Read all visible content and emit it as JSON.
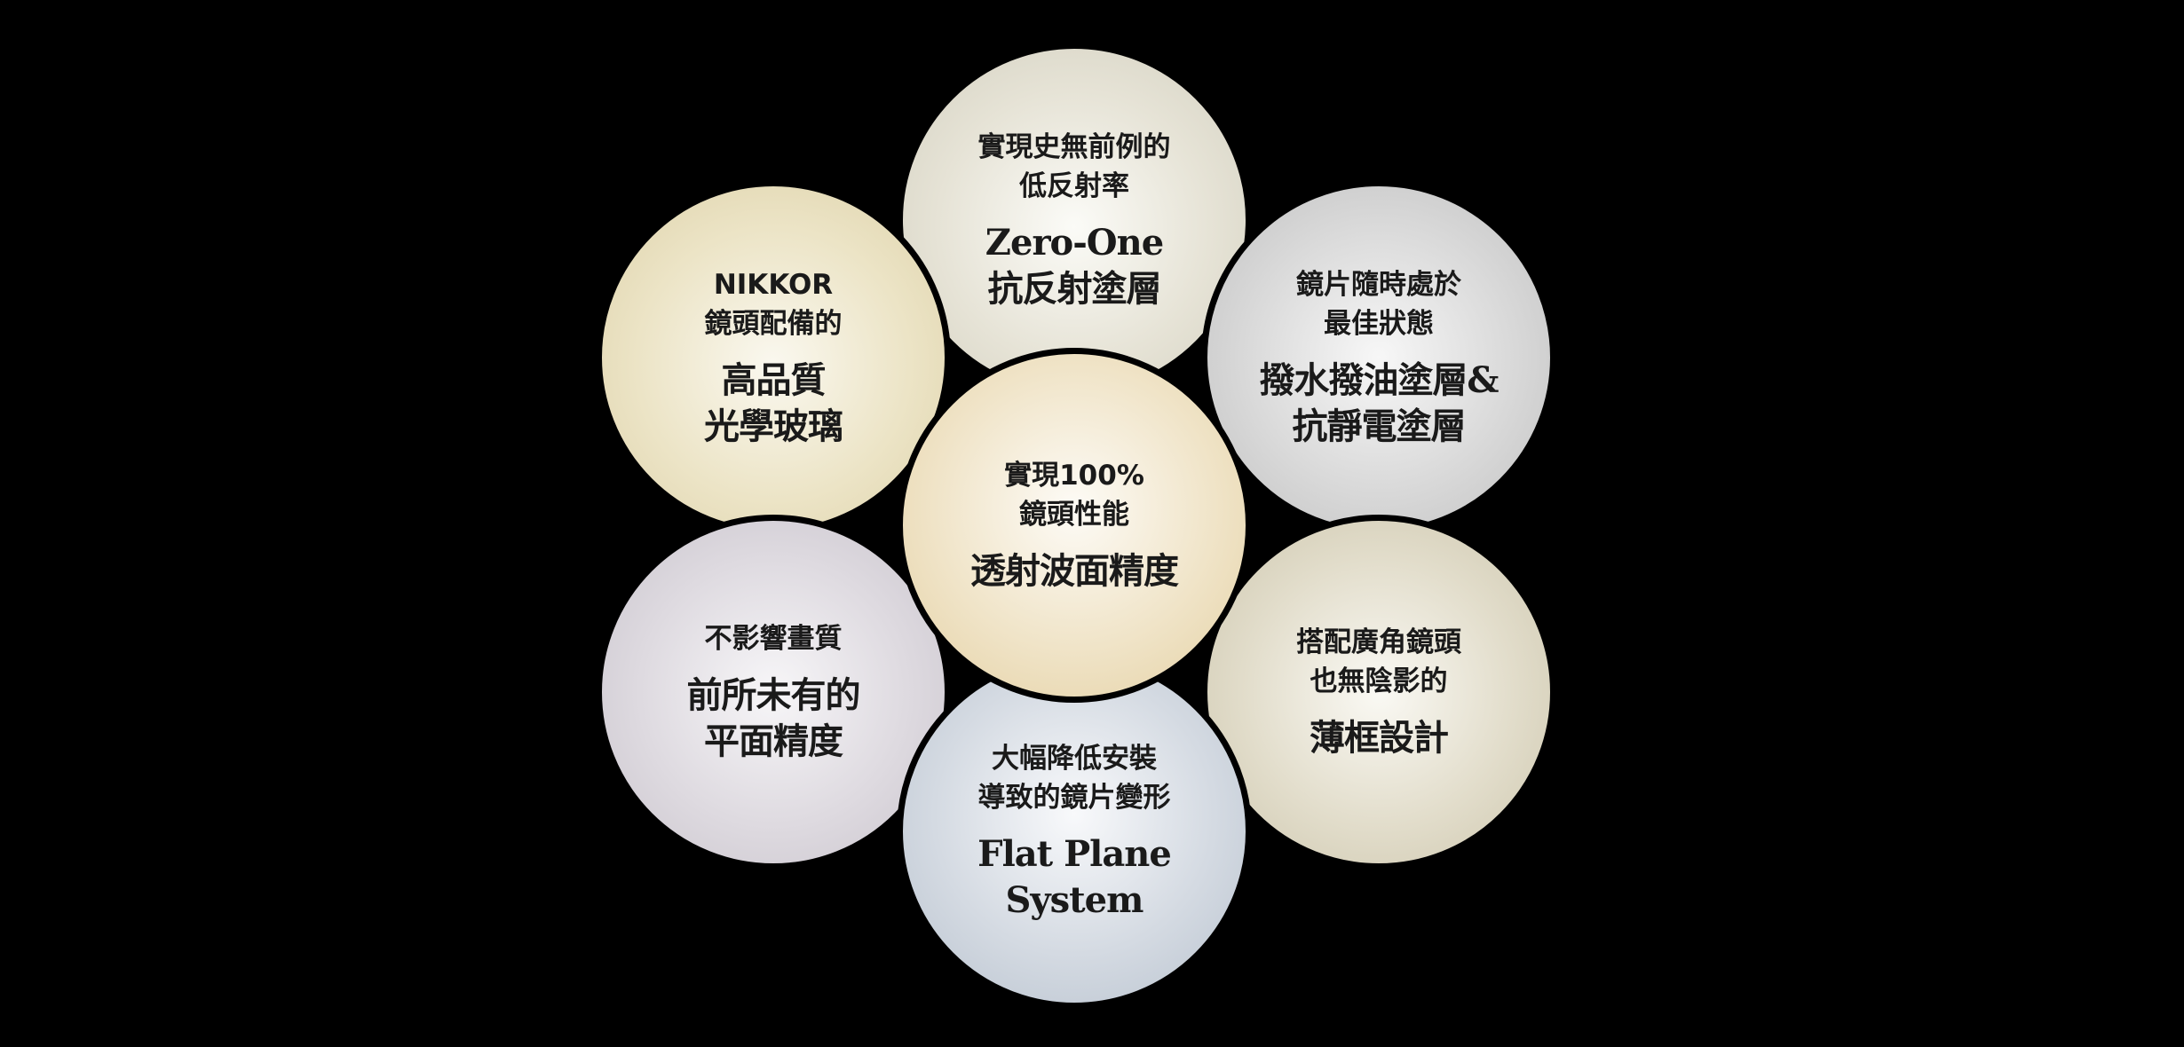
{
  "center": {
    "small": "實現100%\n鏡頭性能",
    "big": "透射波面精度"
  },
  "top": {
    "small": "實現史無前例的\n低反射率",
    "big": "Zero-One\n抗反射塗層"
  },
  "upper_left": {
    "small": "NIKKOR\n鏡頭配備的",
    "big": "高品質\n光學玻璃"
  },
  "upper_right": {
    "small": "鏡片隨時處於\n最佳狀態",
    "big": "撥水撥油塗層&\n抗靜電塗層"
  },
  "lower_left": {
    "small": "不影響畫質",
    "big": "前所未有的\n平面精度"
  },
  "lower_right": {
    "small": "搭配廣角鏡頭\n也無陰影的",
    "big": "薄框設計"
  },
  "bottom": {
    "small": "大幅降低安裝\n導致的鏡片變形",
    "big": "Flat Plane\nSystem"
  }
}
